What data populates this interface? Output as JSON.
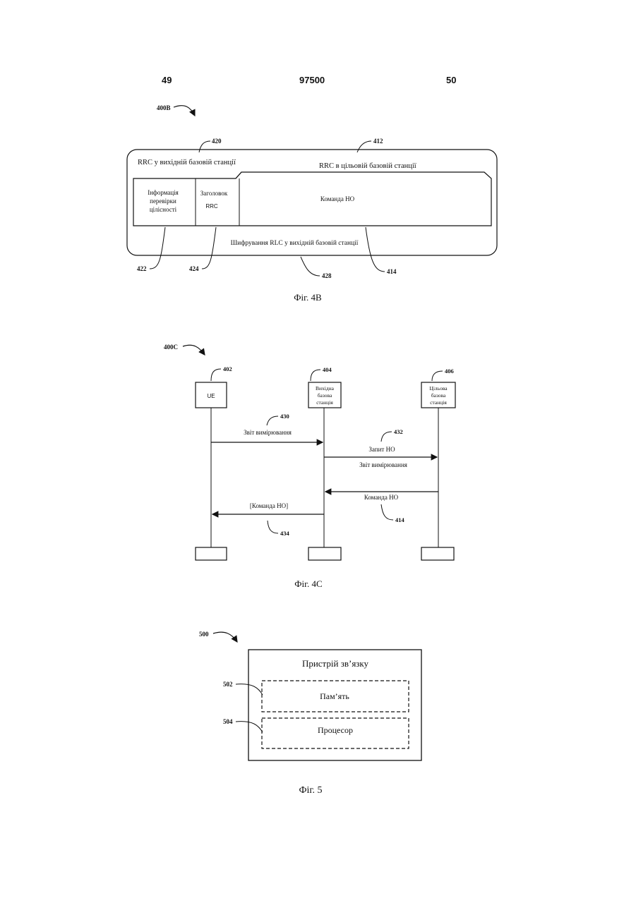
{
  "header": {
    "left_page": "49",
    "doc_number": "97500",
    "right_page": "50"
  },
  "fig4b": {
    "ref": "400B",
    "ref_outer": "420",
    "ref_target": "412",
    "source_rrc_label": "RRC у вихідній базовій станції",
    "target_rrc_label": "RRC в цільовій базовій станції",
    "integrity_line1": "Інформація",
    "integrity_line2": "перевірки",
    "integrity_line3": "цілісності",
    "header_line1": "Заголовок",
    "header_line2": "RRC",
    "ho_command": "Команда НО",
    "rlc_cipher": "Шифрування RLC у вихідній базовій станції",
    "ref_422": "422",
    "ref_424": "424",
    "ref_428": "428",
    "ref_414": "414",
    "caption": "Фіг. 4В"
  },
  "fig4c": {
    "ref": "400C",
    "ue_ref": "402",
    "ue_label": "UE",
    "src_ref": "404",
    "src_line1": "Вихідна",
    "src_line2": "базова",
    "src_line3": "станція",
    "tgt_ref": "406",
    "tgt_line1": "Цільова",
    "tgt_line2": "базова",
    "tgt_line3": "станція",
    "ref_430": "430",
    "msg_meas_report": "Звіт вимірювання",
    "ref_432": "432",
    "msg_ho_request": "Запит НО",
    "msg_meas_report2": "Звіт вимірювання",
    "msg_ho_command": "Команда НО",
    "ref_414": "414",
    "msg_ho_command_bracket": "[Команда НО]",
    "ref_434": "434",
    "caption": "Фіг. 4С"
  },
  "fig5": {
    "ref": "500",
    "device_label": "Пристрій зв’язку",
    "ref_502": "502",
    "memory_label": "Пам’ять",
    "ref_504": "504",
    "processor_label": "Процесор",
    "caption": "Фіг. 5"
  }
}
